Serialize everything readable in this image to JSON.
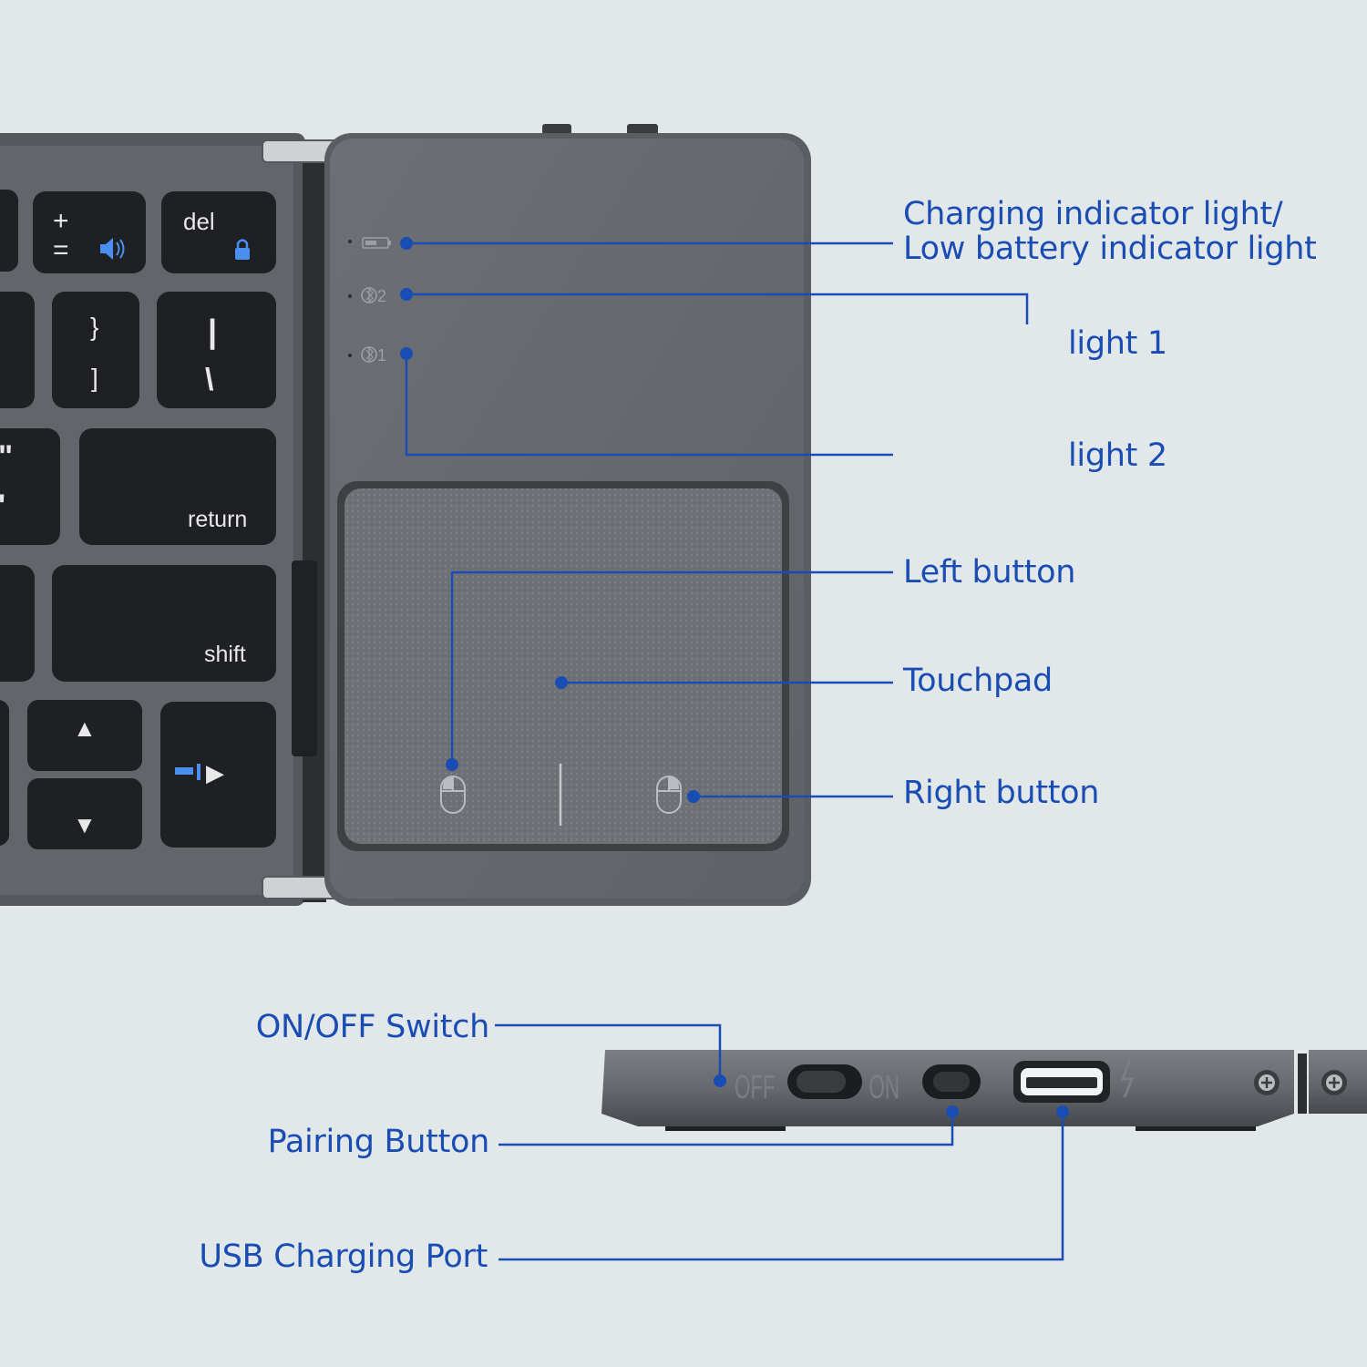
{
  "keyboard": {
    "keys": {
      "plus": "+",
      "equals": "=",
      "del": "del",
      "brace_close": "}",
      "bracket_close": "]",
      "pipe": "|",
      "backslash": "\\",
      "quote": "\"",
      "apostrophe": "'",
      "return": "return",
      "shift": "shift",
      "arrow_up": "▲",
      "arrow_down": "▼",
      "arrow_right": "▶"
    },
    "leds": {
      "bt2": "2",
      "bt1": "1"
    },
    "switch_marks": {
      "off": "OFF",
      "on": "ON"
    }
  },
  "callouts": {
    "charging_line1": "Charging indicator light/",
    "charging_line2": "Low battery indicator light",
    "light1": "light 1",
    "light2": "light 2",
    "left_button": "Left button",
    "touchpad": "Touchpad",
    "right_button": "Right button",
    "onoff_switch": "ON/OFF Switch",
    "pairing_button": "Pairing Button",
    "usb_port": "USB Charging Port"
  },
  "colors": {
    "accent": "#1a4db3",
    "background": "#e2e7ea",
    "body": "#6b6e73",
    "key": "#1e2023"
  }
}
